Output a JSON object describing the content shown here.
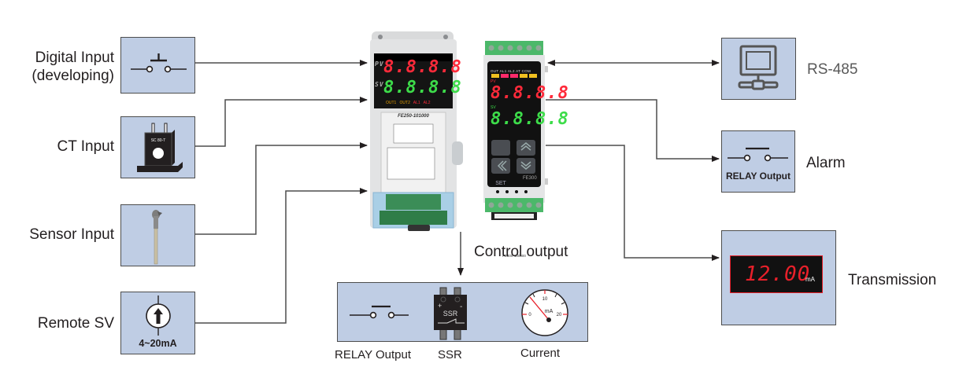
{
  "diagram": {
    "inputs": [
      {
        "id": "digital",
        "label_line1": "Digital Input",
        "label_line2": "(developing)",
        "icon": "push-button-switch-icon"
      },
      {
        "id": "ct",
        "label_line1": "CT Input",
        "icon": "current-transformer-icon",
        "icon_text": "SC 80-T"
      },
      {
        "id": "sensor",
        "label_line1": "Sensor Input",
        "icon": "thermocouple-probe-icon"
      },
      {
        "id": "remote",
        "label_line1": "Remote SV",
        "icon": "current-source-icon",
        "icon_text": "4~20mA"
      }
    ],
    "controllers": [
      {
        "model": "FE250-101000",
        "pv_label": "PV",
        "sv_label": "SV",
        "pv_display": "8.8.8.8",
        "sv_display": "8.8.8.8",
        "indicators": [
          "OUT1",
          "OUT2",
          "AL1",
          "AL2"
        ]
      },
      {
        "model": "FE300",
        "bottom_label": "FE300-100000",
        "pv_label": "PV",
        "sv_label": "SV",
        "pv_display": "8.8.8.8",
        "sv_display": "8.8.8.8",
        "indicators": [
          "OUT",
          "AL1",
          "AL2",
          "AT",
          "COM"
        ],
        "buttons": [
          "SET",
          "up",
          "shift-left",
          "down"
        ]
      }
    ],
    "outputs": [
      {
        "id": "rs485",
        "label": "RS-485",
        "icon": "network-computer-icon"
      },
      {
        "id": "alarm",
        "label": "Alarm",
        "icon": "relay-switch-icon",
        "icon_text": "RELAY Output"
      },
      {
        "id": "transmission",
        "label": "Transmission",
        "icon": "digital-meter-icon",
        "display_value": "12.00",
        "display_unit": "mA"
      }
    ],
    "control_output": {
      "title": "Control output",
      "items": [
        {
          "label": "RELAY Output",
          "icon": "relay-switch-icon"
        },
        {
          "label": "SSR",
          "icon": "ssr-icon",
          "icon_text": "SSR",
          "plus": "+",
          "minus": "-"
        },
        {
          "label": "Current",
          "icon": "ammeter-gauge-icon",
          "gauge_unit": "mA",
          "gauge_ticks": [
            "0",
            "10",
            "20"
          ]
        }
      ]
    },
    "colors": {
      "panel": "#bfcde4",
      "line": "#4d4d4d",
      "led_red": "#ff2a3a",
      "led_green": "#3ddc4a",
      "meter_red": "#e8202a"
    }
  }
}
